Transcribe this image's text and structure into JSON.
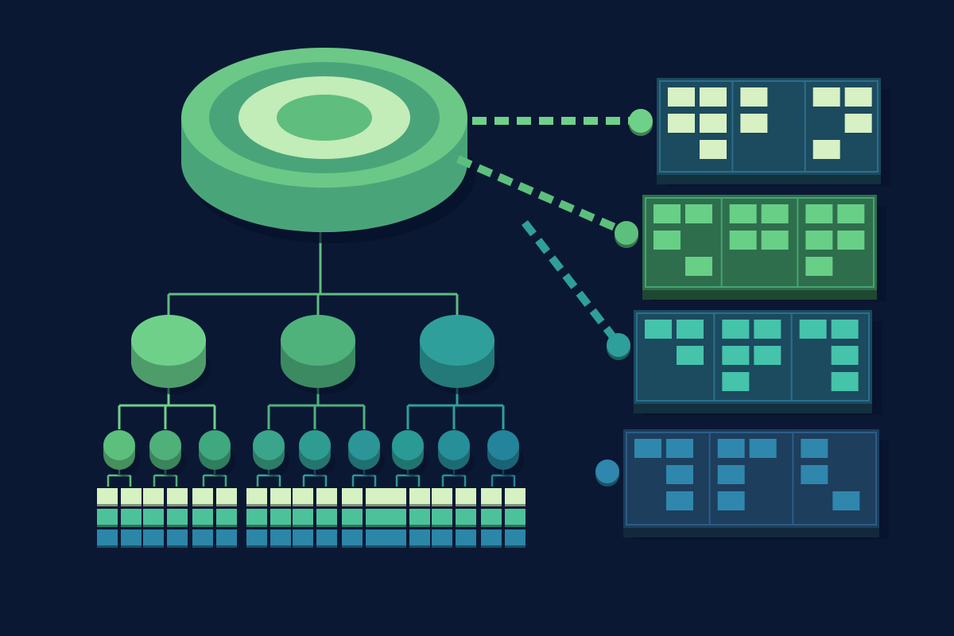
{
  "diagram": {
    "style": "isometric hierarchy tree with kanban boards",
    "background_color": "#0b1834",
    "root": {
      "icon": "target-icon",
      "ring_colors": [
        "#49a579",
        "#6cc886",
        "#c2ecb8",
        "#5fbd7e"
      ]
    },
    "branches": [
      {
        "color": "#6fd189",
        "side_color": "#4f9c6b",
        "children": [
          {
            "color": "#5cc07c"
          },
          {
            "color": "#4fb07a"
          },
          {
            "color": "#3fa87e"
          }
        ]
      },
      {
        "color": "#4fb27b",
        "side_color": "#3b8a62",
        "children": [
          {
            "color": "#3aa58a"
          },
          {
            "color": "#2f9c91"
          },
          {
            "color": "#2b9597"
          }
        ]
      },
      {
        "color": "#2f9f9b",
        "side_color": "#237a78",
        "children": [
          {
            "color": "#2a9a95"
          },
          {
            "color": "#268f98"
          },
          {
            "color": "#23849b"
          }
        ]
      }
    ],
    "leaf_row_colors": [
      "#d6f1c2",
      "#4cc29a",
      "#2b86a8"
    ],
    "boards": [
      {
        "name": "board-1",
        "color": "#1c4a5e",
        "card_color": "#d7f0c4",
        "columns": [
          [
            [
              0,
              0
            ],
            [
              1,
              0
            ],
            [
              1,
              1
            ],
            [
              0,
              1
            ],
            [
              1,
              2
            ]
          ],
          [
            [
              0,
              0
            ],
            [
              0,
              1
            ]
          ],
          [
            [
              0,
              0
            ],
            [
              1,
              0
            ],
            [
              1,
              1
            ],
            [
              0,
              2
            ]
          ]
        ]
      },
      {
        "name": "board-2",
        "color": "#2e6e4c",
        "card_color": "#68cf87",
        "columns": [
          [
            [
              0,
              0
            ],
            [
              1,
              0
            ],
            [
              0,
              1
            ],
            [
              1,
              2
            ]
          ],
          [
            [
              0,
              0
            ],
            [
              1,
              0
            ],
            [
              0,
              1
            ],
            [
              1,
              1
            ]
          ],
          [
            [
              0,
              0
            ],
            [
              1,
              0
            ],
            [
              0,
              1
            ],
            [
              1,
              1
            ],
            [
              0,
              2
            ]
          ]
        ]
      },
      {
        "name": "board-3",
        "color": "#1c4a5e",
        "card_color": "#45c3ab",
        "columns": [
          [
            [
              0,
              0
            ],
            [
              1,
              0
            ],
            [
              1,
              1
            ]
          ],
          [
            [
              0,
              0
            ],
            [
              1,
              0
            ],
            [
              0,
              1
            ],
            [
              1,
              1
            ],
            [
              0,
              2
            ]
          ],
          [
            [
              0,
              0
            ],
            [
              1,
              0
            ],
            [
              1,
              1
            ],
            [
              1,
              2
            ]
          ]
        ]
      },
      {
        "name": "board-4",
        "color": "#1d3e5c",
        "card_color": "#2f87ad",
        "columns": [
          [
            [
              0,
              0
            ],
            [
              1,
              0
            ],
            [
              1,
              1
            ],
            [
              1,
              2
            ]
          ],
          [
            [
              0,
              0
            ],
            [
              1,
              0
            ],
            [
              0,
              1
            ],
            [
              0,
              2
            ]
          ],
          [
            [
              0,
              0
            ],
            [
              0,
              1
            ],
            [
              1,
              2
            ]
          ]
        ]
      }
    ],
    "connectors": [
      {
        "color": "#6fd189",
        "style": "dashed"
      },
      {
        "color": "#5cc07c",
        "style": "dashed"
      },
      {
        "color": "#2f9f9b",
        "style": "dashed"
      },
      {
        "color": "#2f87ad",
        "style": "none"
      }
    ]
  }
}
